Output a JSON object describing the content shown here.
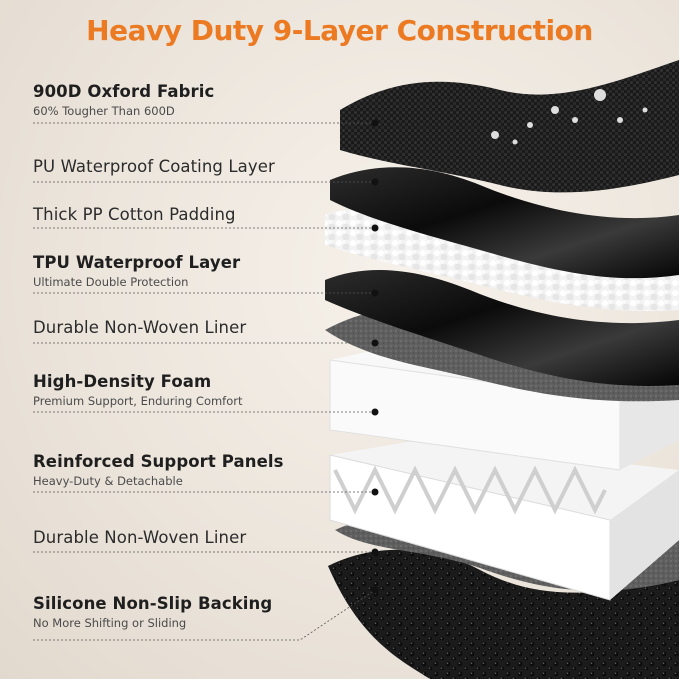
{
  "title": "Heavy Duty 9-Layer Construction",
  "layers": [
    {
      "name": "900D Oxford Fabric",
      "sub": "60% Tougher Than 600D"
    },
    {
      "name": "PU Waterproof Coating Layer",
      "sub": ""
    },
    {
      "name": "Thick PP Cotton Padding",
      "sub": ""
    },
    {
      "name": "TPU Waterproof Layer",
      "sub": "Ultimate Double Protection"
    },
    {
      "name": "Durable Non-Woven Liner",
      "sub": ""
    },
    {
      "name": "High-Density Foam",
      "sub": "Premium Support, Enduring Comfort"
    },
    {
      "name": "Reinforced Support Panels",
      "sub": "Heavy-Duty & Detachable"
    },
    {
      "name": "Durable Non-Woven Liner",
      "sub": ""
    },
    {
      "name": "Silicone Non-Slip Backing",
      "sub": "No More Shifting or Sliding"
    }
  ],
  "colors": {
    "title": "#ec7a22",
    "background": "#ece5dc",
    "text": "#2b2b2b"
  }
}
